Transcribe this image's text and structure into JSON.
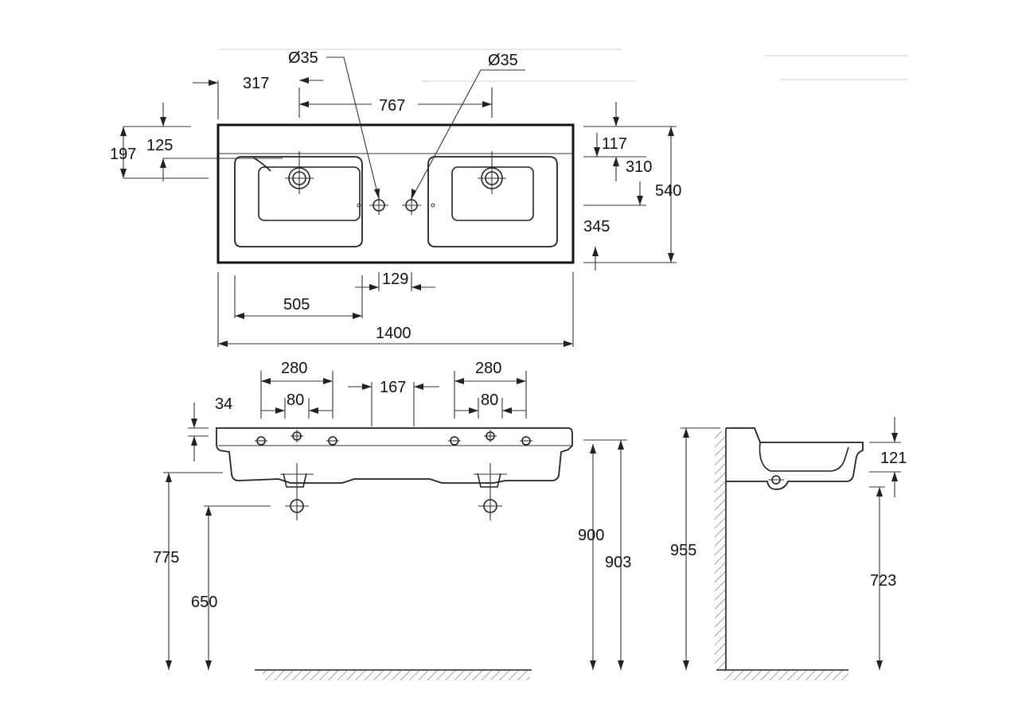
{
  "diagram": {
    "top_view_dimensions": {
      "dia_left": "Ø35",
      "dia_right": "Ø35",
      "d317": "317",
      "d767": "767",
      "d125": "125",
      "d197": "197",
      "d117": "117",
      "d310": "310",
      "d540": "540",
      "d345": "345",
      "d129": "129",
      "d505": "505",
      "d1400": "1400"
    },
    "front_view_dimensions": {
      "d280_left": "280",
      "d167": "167",
      "d280_right": "280",
      "d80_left": "80",
      "d80_right": "80",
      "d34": "34",
      "d775": "775",
      "d650": "650",
      "d900": "900",
      "d903": "903"
    },
    "side_view_dimensions": {
      "d955": "955",
      "d121": "121",
      "d723": "723"
    }
  }
}
